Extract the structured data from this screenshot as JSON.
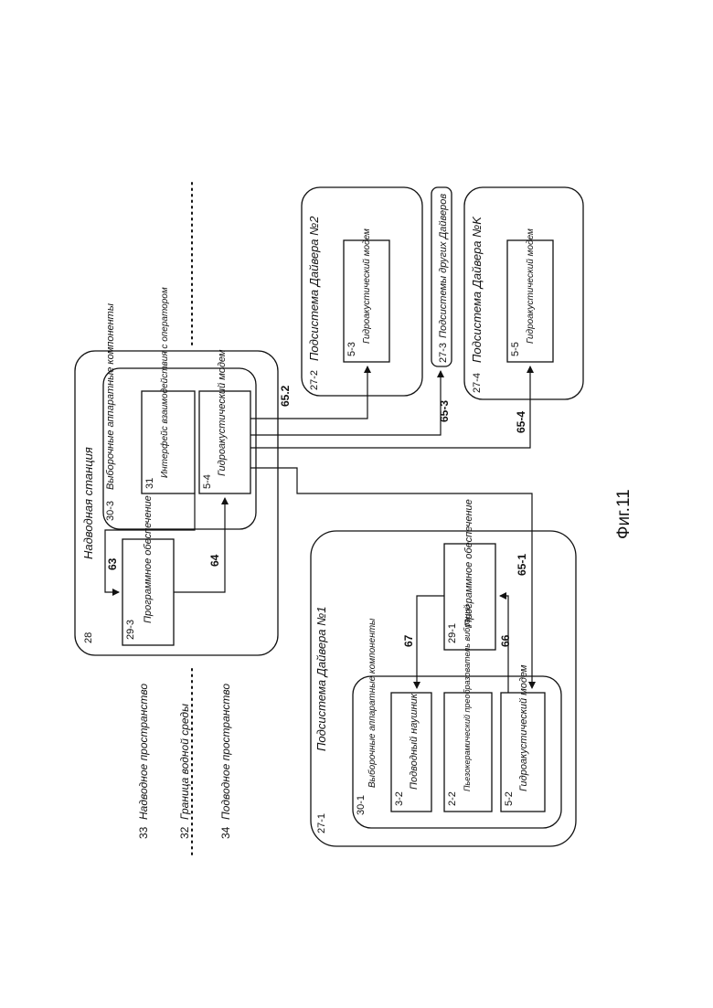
{
  "figure_caption": "Фиг.11",
  "zones": {
    "above_water": {
      "number": "33",
      "label": "Надводное пространство"
    },
    "boundary": {
      "number": "32",
      "label": "Граница водной среды"
    },
    "under_water": {
      "number": "34",
      "label": "Подводное пространство"
    }
  },
  "surface_station": {
    "number": "28",
    "title": "Надводная станция",
    "software": {
      "number": "29-3",
      "label": "Программное обеспечение"
    },
    "hardware_group": {
      "number": "30-3",
      "title": "Выборочные аппаратные компоненты",
      "operator_interface": {
        "number": "31",
        "label": "Интерфейс взаимодействия с оператором"
      },
      "modem": {
        "number": "5-4",
        "label": "Гидроакустический модем"
      }
    }
  },
  "diver_1": {
    "number": "27-1",
    "title": "Подсистема Дайвера №1",
    "software": {
      "number": "29-1",
      "label": "Программное обеспечение"
    },
    "hardware_group": {
      "number": "30-1",
      "title": "Выборочные аппаратные компоненты",
      "headphone": {
        "number": "3-2",
        "label": "Подводный наушник"
      },
      "transducer": {
        "number": "2-2",
        "label": "Пьезокерамический преобразователь вибраций"
      },
      "modem": {
        "number": "5-2",
        "label": "Гидроакустический модем"
      }
    }
  },
  "diver_2": {
    "number": "27-2",
    "title": "Подсистема Дайвера №2",
    "modem": {
      "number": "5-3",
      "label": "Гидроакустический модем"
    }
  },
  "other_divers": {
    "number": "27-3",
    "label": "Подсистемы других Дайверов"
  },
  "diver_k": {
    "number": "27-4",
    "title": "Подсистема Дайвера №K",
    "modem": {
      "number": "5-5",
      "label": "Гидроакустический модем"
    }
  },
  "links": {
    "l63": "63",
    "l64": "64",
    "l65_1": "65-1",
    "l65_2": "65.2",
    "l65_3": "65-3",
    "l65_4": "65-4",
    "l66": "66",
    "l67": "67"
  }
}
